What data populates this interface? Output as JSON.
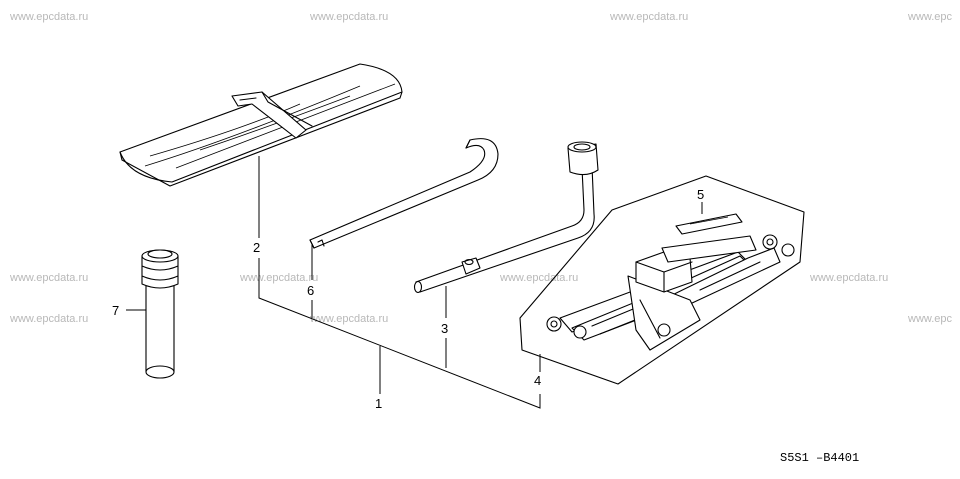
{
  "watermark": "www.epcdata.ru",
  "watermark_edge": "www.epc",
  "diagram_code": "S5S1 –B4401",
  "callouts": {
    "c1": "1",
    "c2": "2",
    "c3": "3",
    "c4": "4",
    "c5": "5",
    "c6": "6",
    "c7": "7"
  }
}
